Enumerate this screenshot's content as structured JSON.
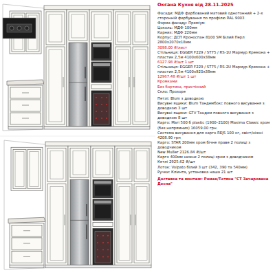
{
  "diagram": {
    "title": "Оксана Кухня від 28.11.2025",
    "labels": [
      "Фасади: МДФ фарбований матовий однотонний + 2-х сторонній фарбування по профілю RAL 9003",
      "Форма фасаду: Преміум",
      "Цоколь: МДФ 100мм",
      "Карниз: МДФ 220мм",
      "Корпус: ДСП Кроноспан 8100 SM Білий Перл 2800х2070х18мм",
      "3098.00 ₴/лист",
      "Стільниця: EGGER F229 / ST75 / RS-1U Мармур Кремона + пластик 2,5м 4100х600х38мм",
      "6127.98 ₴/шт 1 шт",
      "Стільниця: EGGER F229 / ST75 / RS-2U Мармур Кремона + пластик 2,5м 4100х920х38мм",
      "12967.48 ₴/шт 1 шт",
      "Кромками",
      "Без бортика, пристінний",
      "Скло: Прозоре",
      "Петлі: Blum з доводкою",
      "Висувні ящики: Blum Тандембокс повного висування з доводкою 3 шт",
      "Висувні ящики: GTV Тандем повного висування з доводкою 8 шт",
      "Карго: Mari 500 б plastic (1900–2100) Maxima Classic хром (без напрямних) 16059.00 грн",
      "Система висування для карго REJS 100 кг, хвіст/ніжні 4208.90 грн",
      "Карго: STAR 200мм хром бічне праве 2 полиці з доводчиком",
      "New Mu8er 2126.84 ₴/шт",
      "Карго 400мм нижнє 2 полиці хром з доводчиком",
      "Кетлі 2925.62 ₴/шт",
      "Лоток: Volpato білий 3 шт (342, 390 та 540мм)",
      "Ручки: Клієнта, установка наша 21 шт",
      "Доставка та монтаж: Роман/Тетяна \"СТ Зачарована Десна\""
    ]
  }
}
